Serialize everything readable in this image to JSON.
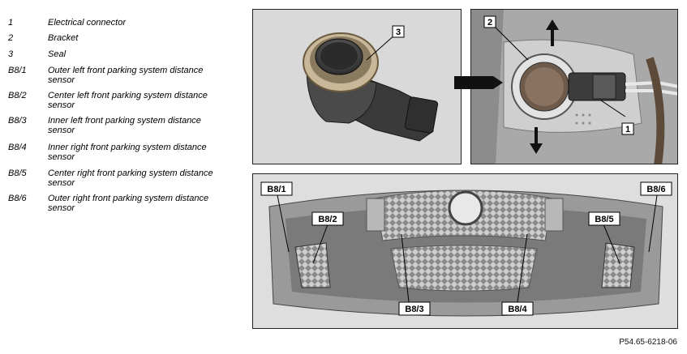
{
  "legend": [
    {
      "key": "1",
      "text": "Electrical connector"
    },
    {
      "key": "2",
      "text": "Bracket"
    },
    {
      "key": "3",
      "text": "Seal"
    },
    {
      "key": "B8/1",
      "text": "Outer left front parking system distance sensor"
    },
    {
      "key": "B8/2",
      "text": "Center left front parking system distance sensor"
    },
    {
      "key": "B8/3",
      "text": "Inner left front parking system distance sensor"
    },
    {
      "key": "B8/4",
      "text": "Inner right front parking system distance sensor"
    },
    {
      "key": "B8/5",
      "text": "Center right front parking system distance sensor"
    },
    {
      "key": "B8/6",
      "text": "Outer right front parking system distance sensor"
    }
  ],
  "callouts": {
    "sensor": {
      "c3": "3"
    },
    "mount": {
      "c2": "2",
      "c1": "1"
    },
    "bumper": {
      "b81": "B8/1",
      "b82": "B8/2",
      "b83": "B8/3",
      "b84": "B8/4",
      "b85": "B8/5",
      "b86": "B8/6"
    }
  },
  "figure_id": "P54.65-6218-06"
}
